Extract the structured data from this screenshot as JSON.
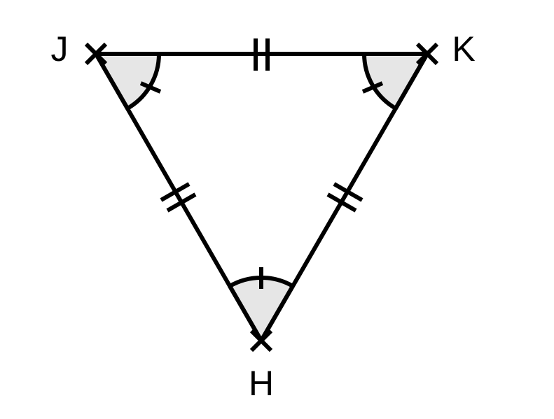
{
  "figure": {
    "vertices": [
      {
        "id": "J",
        "label": "J"
      },
      {
        "id": "K",
        "label": "K"
      },
      {
        "id": "H",
        "label": "H"
      }
    ],
    "sides": [
      {
        "from": "J",
        "to": "K",
        "tick_marks": 2
      },
      {
        "from": "J",
        "to": "H",
        "tick_marks": 2
      },
      {
        "from": "K",
        "to": "H",
        "tick_marks": 2
      }
    ],
    "angles": [
      {
        "vertex": "J",
        "arc_ticks": 1
      },
      {
        "vertex": "K",
        "arc_ticks": 1
      },
      {
        "vertex": "H",
        "arc_ticks": 1
      }
    ],
    "colors": {
      "stroke": "#000000",
      "angle_fill": "#e6e6e6",
      "background": "#ffffff"
    }
  }
}
